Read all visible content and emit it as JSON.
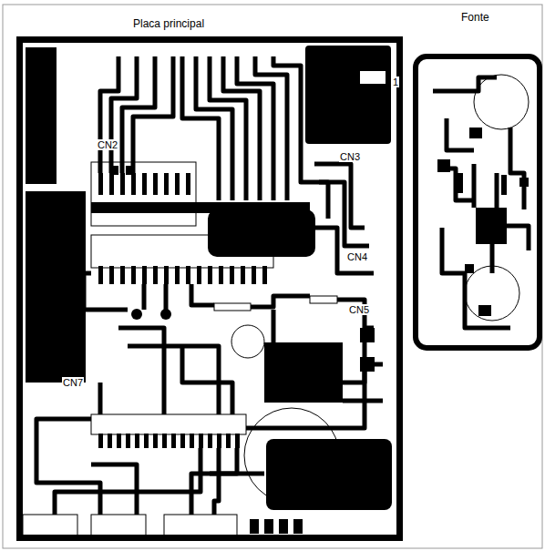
{
  "diagram": {
    "nodes": [
      {
        "text": [
          "Placa principal"
        ]
      },
      {
        "text": [
          "Fonte"
        ]
      }
    ],
    "labels": [
      "1",
      "CN2",
      "CN3",
      "CN4",
      "CN5",
      "CN7"
    ]
  }
}
